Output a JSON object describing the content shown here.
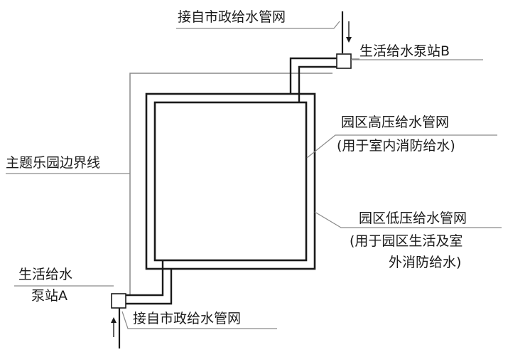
{
  "labels": {
    "supply_top": "接自市政给水管网",
    "pump_b": "生活给水泵站B",
    "high_pressure_1": "园区高压给水管网",
    "high_pressure_2": "(用于室内消防给水)",
    "boundary": "主题乐园边界线",
    "low_pressure_1": "园区低压给水管网",
    "low_pressure_2": "(用于园区生活及室",
    "low_pressure_3": "外消防给水)",
    "pump_a_1": "生活给水",
    "pump_a_2": "泵站A",
    "supply_bottom": "接自市政给水管网"
  },
  "colors": {
    "pipe": "#1a1a1a",
    "leader": "#7a7a7a",
    "text": "#1a1a1a",
    "background": "#ffffff"
  }
}
